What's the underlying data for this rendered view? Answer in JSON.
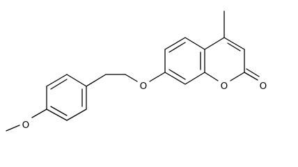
{
  "molecule": {
    "atom_labels": {
      "methoxy_oxygen": "O",
      "ether_oxygen": "O",
      "ring_oxygen": "O",
      "carbonyl_oxygen": "O"
    }
  }
}
